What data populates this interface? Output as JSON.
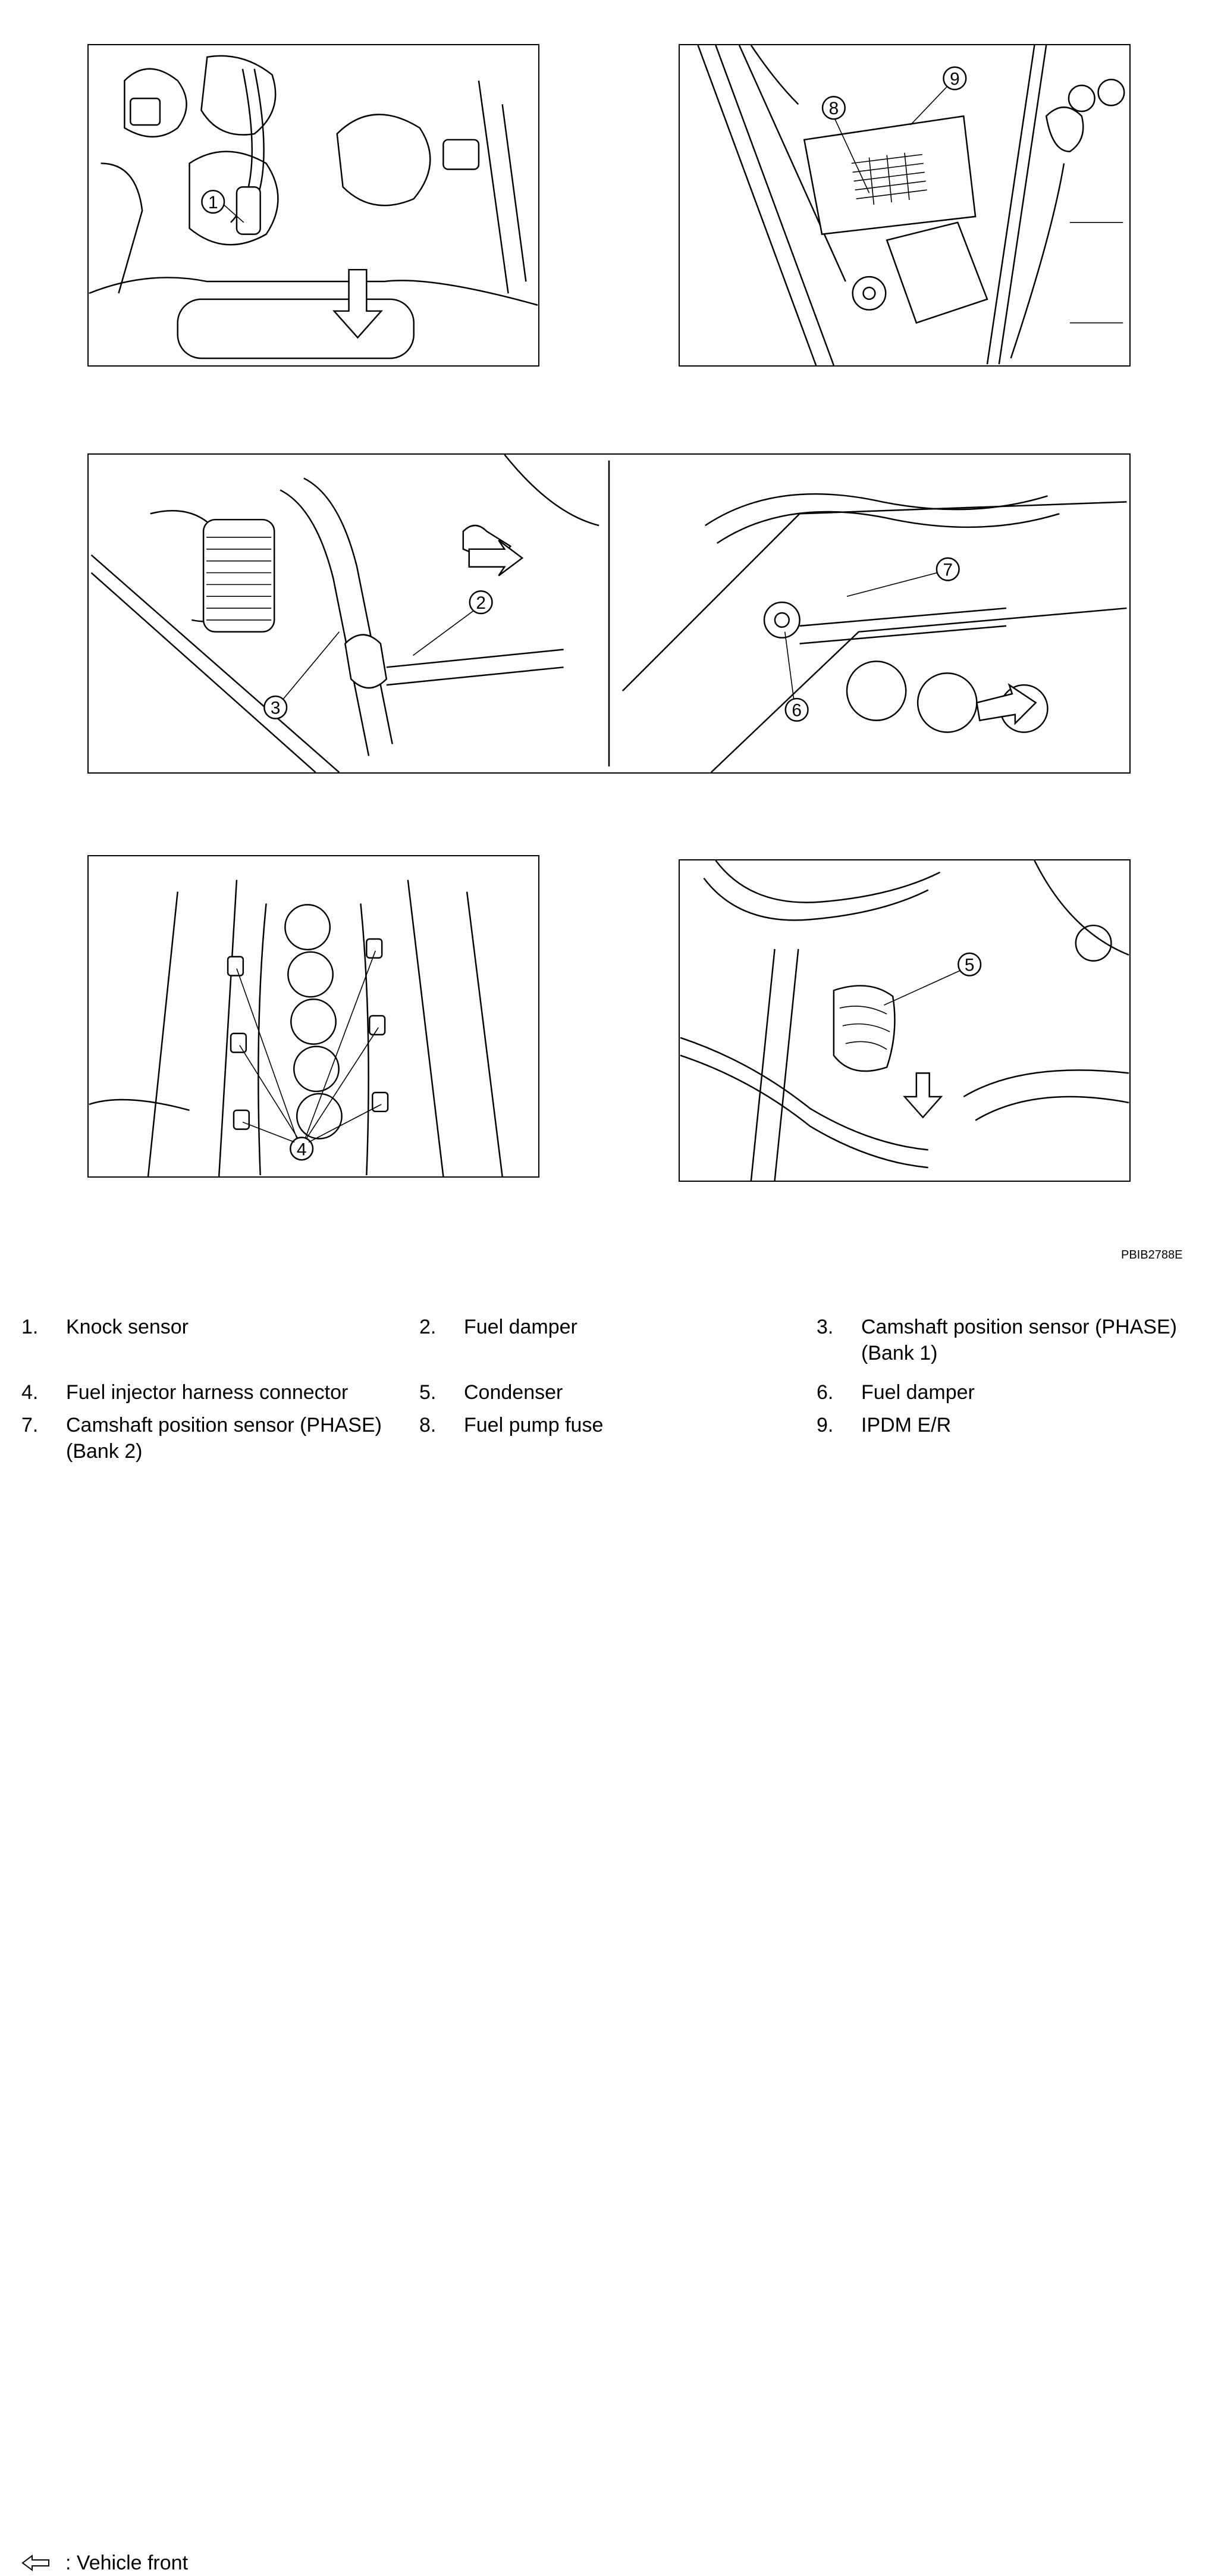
{
  "figure_code": "PBIB2788E",
  "vehicle_front": {
    "icon": "outline-left-arrow-icon",
    "label": ": Vehicle front"
  },
  "callout_numbers": [
    "1",
    "2",
    "3",
    "4",
    "5",
    "6",
    "7",
    "8",
    "9"
  ],
  "legend": [
    {
      "num": "1.",
      "text": "Knock sensor"
    },
    {
      "num": "2.",
      "text": "Fuel damper"
    },
    {
      "num": "3.",
      "text": "Camshaft position sensor (PHASE) (Bank 1)"
    },
    {
      "num": "4.",
      "text": "Fuel injector harness connector"
    },
    {
      "num": "5.",
      "text": "Condenser"
    },
    {
      "num": "6.",
      "text": "Fuel damper"
    },
    {
      "num": "7.",
      "text": "Camshaft position sensor (PHASE) (Bank 2)"
    },
    {
      "num": "8.",
      "text": "Fuel pump fuse"
    },
    {
      "num": "9.",
      "text": "IPDM E/R"
    }
  ]
}
